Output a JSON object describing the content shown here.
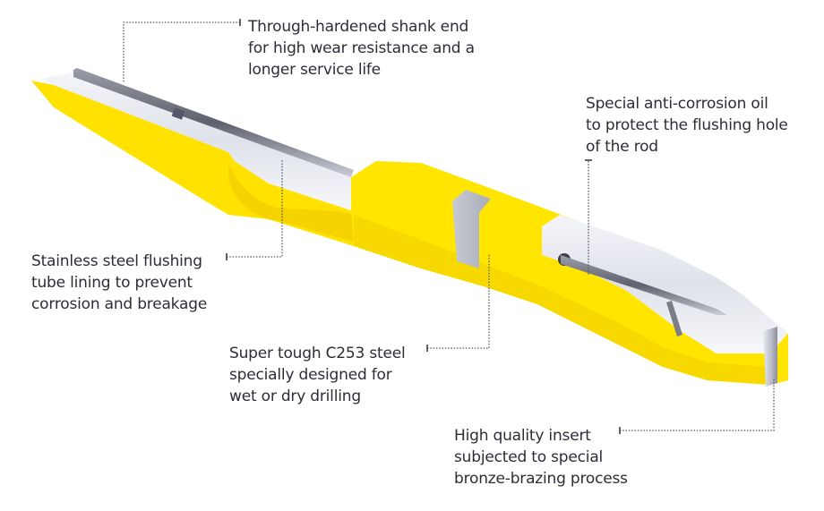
{
  "title": "Drill rod cutaway with feature callouts",
  "colors": {
    "rod_yellow": "#ffe500",
    "rod_yellow_shade": "#f2d200",
    "steel_light": "#e4e7ee",
    "steel_mid": "#b9bcc7",
    "steel_dark": "#6c6f7a",
    "text": "#2b2e36",
    "leader": "#55585f"
  },
  "callouts": [
    {
      "id": "shank",
      "lines": [
        "Through-hardened shank end",
        "for high wear resistance and a",
        "longer service life"
      ]
    },
    {
      "id": "oil",
      "lines": [
        "Special anti-corrosion oil",
        "to protect the flushing hole",
        "of the rod"
      ]
    },
    {
      "id": "tube",
      "lines": [
        "Stainless steel flushing",
        "tube lining to prevent",
        "corrosion and breakage"
      ]
    },
    {
      "id": "steel",
      "lines": [
        "Super tough C253 steel",
        "specially designed for",
        "wet or dry drilling"
      ]
    },
    {
      "id": "insert",
      "lines": [
        "High quality insert",
        "subjected to special",
        "bronze-brazing process"
      ]
    }
  ]
}
